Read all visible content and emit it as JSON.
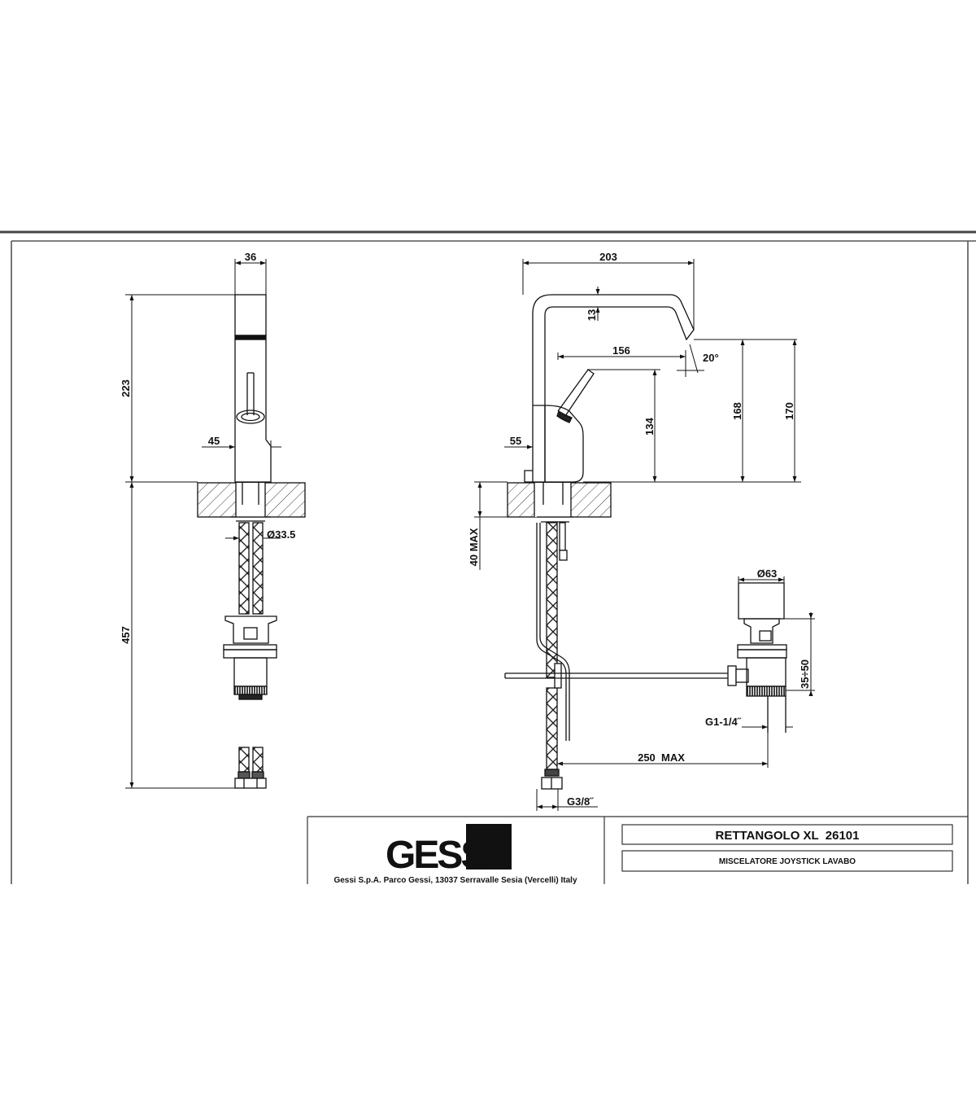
{
  "dimensions": {
    "front_width": "36",
    "front_height": "223",
    "front_body_width": "45",
    "hose_diameter": "Ø33.5",
    "front_total_height": "457",
    "side_width": "203",
    "spout_offset": "13",
    "spout_reach": "156",
    "spout_angle": "20°",
    "handle_height": "134",
    "outlet_height": "168",
    "total_height": "170",
    "base_offset": "55",
    "deck_thickness": "40 MAX",
    "waste_diameter": "Ø63",
    "waste_range": "35÷50",
    "waste_thread": "G1-1/4˝",
    "rod_length": "250  MAX",
    "hose_thread": "G3/8˝"
  },
  "title_block": {
    "logo": "GESSI",
    "address": "Gessi S.p.A. Parco Gessi, 13037 Serravalle Sesia (Vercelli) Italy",
    "model": "RETTANGOLO XL  26101",
    "description": "MISCELATORE JOYSTICK LAVABO"
  }
}
